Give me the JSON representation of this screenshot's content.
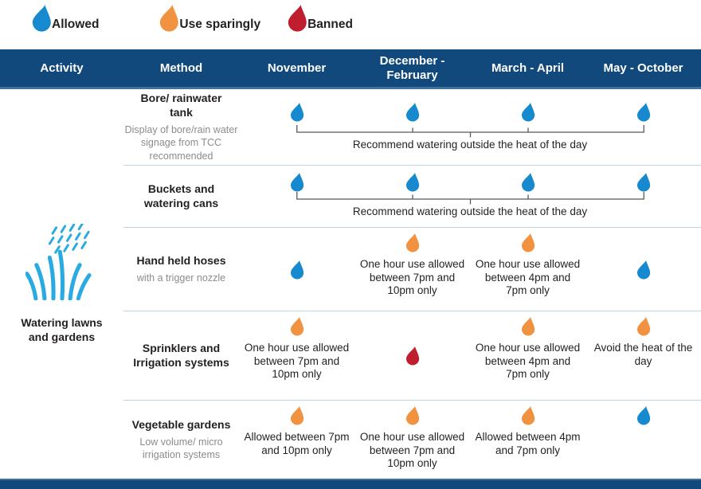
{
  "status_colors": {
    "allowed": "#1789ce",
    "use-sparingly": "#f0923f",
    "banned": "#be1e2d"
  },
  "colors": {
    "header_navy": "#11497d",
    "header_edge_blue": "#41719f",
    "row_divider": "#bcd6ea",
    "icon_blue": "#29abe2",
    "bracket_line": "#58595b",
    "subtext_gray": "#8a8c8f",
    "text_dark": "#231f20"
  },
  "legend": {
    "items": [
      {
        "status": "allowed",
        "label": "Allowed"
      },
      {
        "status": "use-sparingly",
        "label": "Use sparingly"
      },
      {
        "status": "banned",
        "label": "Banned"
      }
    ]
  },
  "header": {
    "columns": [
      "Activity",
      "Method",
      "November",
      "December - February",
      "March - April",
      "May - October"
    ]
  },
  "activity": {
    "label": "Watering lawns and gardens",
    "icon": "grass-rain-icon"
  },
  "rows": [
    {
      "method": {
        "title": "Bore/ rainwater tank",
        "subtitle": "Display of bore/rain water signage from TCC recommended"
      },
      "cells": [
        {
          "status": "allowed"
        },
        {
          "status": "allowed"
        },
        {
          "status": "allowed"
        },
        {
          "status": "allowed"
        }
      ],
      "note": "Recommend watering outside the heat of the day"
    },
    {
      "method": {
        "title": "Buckets and watering cans",
        "subtitle": ""
      },
      "cells": [
        {
          "status": "allowed"
        },
        {
          "status": "allowed"
        },
        {
          "status": "allowed"
        },
        {
          "status": "allowed"
        }
      ],
      "note": "Recommend watering outside the heat of the day"
    },
    {
      "method": {
        "title": "Hand held hoses",
        "subtitle": "with a trigger nozzle"
      },
      "cells": [
        {
          "status": "allowed",
          "note": ""
        },
        {
          "status": "use-sparingly",
          "note": "One hour use allowed between 7pm and 10pm only"
        },
        {
          "status": "use-sparingly",
          "note": "One hour use allowed between 4pm and 7pm only"
        },
        {
          "status": "allowed",
          "note": ""
        }
      ]
    },
    {
      "method": {
        "title": "Sprinklers and Irrigation systems",
        "subtitle": ""
      },
      "cells": [
        {
          "status": "use-sparingly",
          "note": "One hour use allowed between 7pm and 10pm only"
        },
        {
          "status": "banned",
          "note": ""
        },
        {
          "status": "use-sparingly",
          "note": "One hour use allowed between 4pm and 7pm only"
        },
        {
          "status": "use-sparingly",
          "note": "Avoid the heat of the day"
        }
      ]
    },
    {
      "method": {
        "title": "Vegetable gardens",
        "subtitle": "Low volume/ micro irrigation systems"
      },
      "cells": [
        {
          "status": "use-sparingly",
          "note": "Allowed between 7pm and 10pm only"
        },
        {
          "status": "use-sparingly",
          "note": "One hour use allowed between 7pm and 10pm only"
        },
        {
          "status": "use-sparingly",
          "note": "Allowed between 4pm and 7pm only"
        },
        {
          "status": "allowed",
          "note": ""
        }
      ]
    }
  ]
}
